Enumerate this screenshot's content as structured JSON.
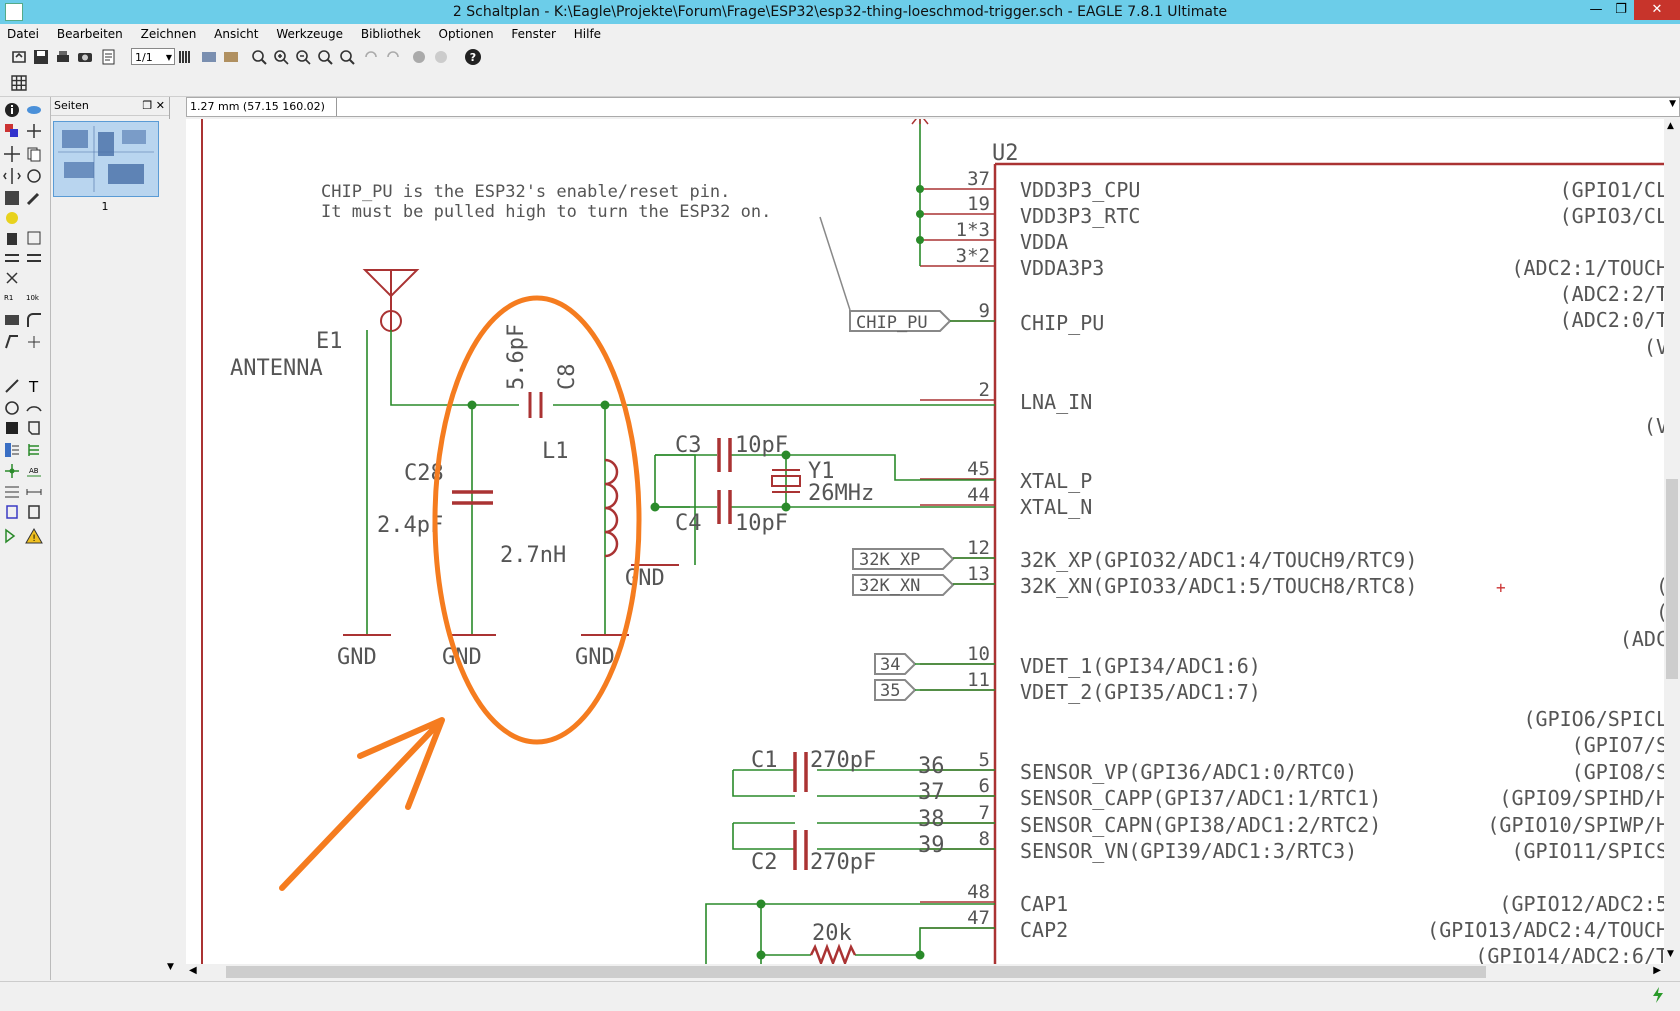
{
  "window": {
    "title": "2 Schaltplan - K:\\Eagle\\Projekte\\Forum\\Frage\\ESP32\\esp32-thing-loeschmod-trigger.sch - EAGLE 7.8.1 Ultimate",
    "minimize": "—",
    "maximize": "❐",
    "close": "✕"
  },
  "menu": [
    {
      "label": "Datei"
    },
    {
      "label": "Bearbeiten"
    },
    {
      "label": "Zeichnen"
    },
    {
      "label": "Ansicht"
    },
    {
      "label": "Werkzeuge"
    },
    {
      "label": "Bibliothek"
    },
    {
      "label": "Optionen"
    },
    {
      "label": "Fenster"
    },
    {
      "label": "Hilfe"
    }
  ],
  "toolbar": {
    "sheet_select": "1/1"
  },
  "pages_panel": {
    "title": "Seiten",
    "page_number": "1"
  },
  "coordinates": "1.27 mm (57.15 160.02)",
  "schematic": {
    "part_name": "U2",
    "note_line1": "CHIP_PU is the ESP32's enable/reset pin.",
    "note_line2": "It must be pulled high to turn the ESP32 on.",
    "antenna_name": "E1",
    "antenna_value": "ANTENNA",
    "c8_value": "5.6pF",
    "c8_name": "C8",
    "l1_name": "L1",
    "l1_value": "2.7nH",
    "c28_name": "C28",
    "c28_value": "2.4pF",
    "c3_name": "C3",
    "c3_value": "10pF",
    "c4_name": "C4",
    "c4_value": "10pF",
    "y1_name": "Y1",
    "y1_value": "26MHz",
    "c1_name": "C1",
    "c1_value": "270pF",
    "c2_name": "C2",
    "c2_value": "270pF",
    "r_value": "20k",
    "gnd": "GND",
    "labels": {
      "chip_pu": "CHIP_PU",
      "xp32k": "32K_XP",
      "xn32k": "32K_XN",
      "n34": "34",
      "n35": "35"
    },
    "pin_numbers": [
      "37",
      "19",
      "1*3",
      "3*2",
      "9",
      "2",
      "45",
      "44",
      "12",
      "13",
      "10",
      "11",
      "5",
      "6",
      "7",
      "8",
      "48",
      "47"
    ],
    "net_numbers": [
      "36",
      "37",
      "38",
      "39"
    ],
    "pins_left": [
      "VDD3P3_CPU",
      "VDD3P3_RTC",
      "VDDA",
      "VDDA3P3",
      "CHIP_PU",
      "LNA_IN",
      "XTAL_P",
      "XTAL_N",
      "32K_XP(GPIO32/ADC1:4/TOUCH9/RTC9)",
      "32K_XN(GPIO33/ADC1:5/TOUCH8/RTC8)",
      "VDET_1(GPI34/ADC1:6)",
      "VDET_2(GPI35/ADC1:7)",
      "SENSOR_VP(GPI36/ADC1:0/RTC0)",
      "SENSOR_CAPP(GPI37/ADC1:1/RTC1)",
      "SENSOR_CAPN(GPI38/ADC1:2/RTC2)",
      "SENSOR_VN(GPI39/ADC1:3/RTC3)",
      "CAP1",
      "CAP2"
    ],
    "pins_right": [
      "(GPIO1/CL",
      "(GPIO3/CL",
      "(ADC2:1/TOUCH",
      "(ADC2:2/T",
      "(ADC2:0/T",
      "(V",
      "(V",
      "(",
      "(",
      "(ADC",
      "(GPIO6/SPICL",
      "(GPIO7/S",
      "(GPIO8/S",
      "(GPIO9/SPIHD/H",
      "(GPIO10/SPIWP/H",
      "(GPIO11/SPICS",
      "(GPIO12/ADC2:5",
      "(GPIO13/ADC2:4/TOUCH",
      "(GPIO14/ADC2:6/T"
    ],
    "partial_bottom": "..."
  }
}
